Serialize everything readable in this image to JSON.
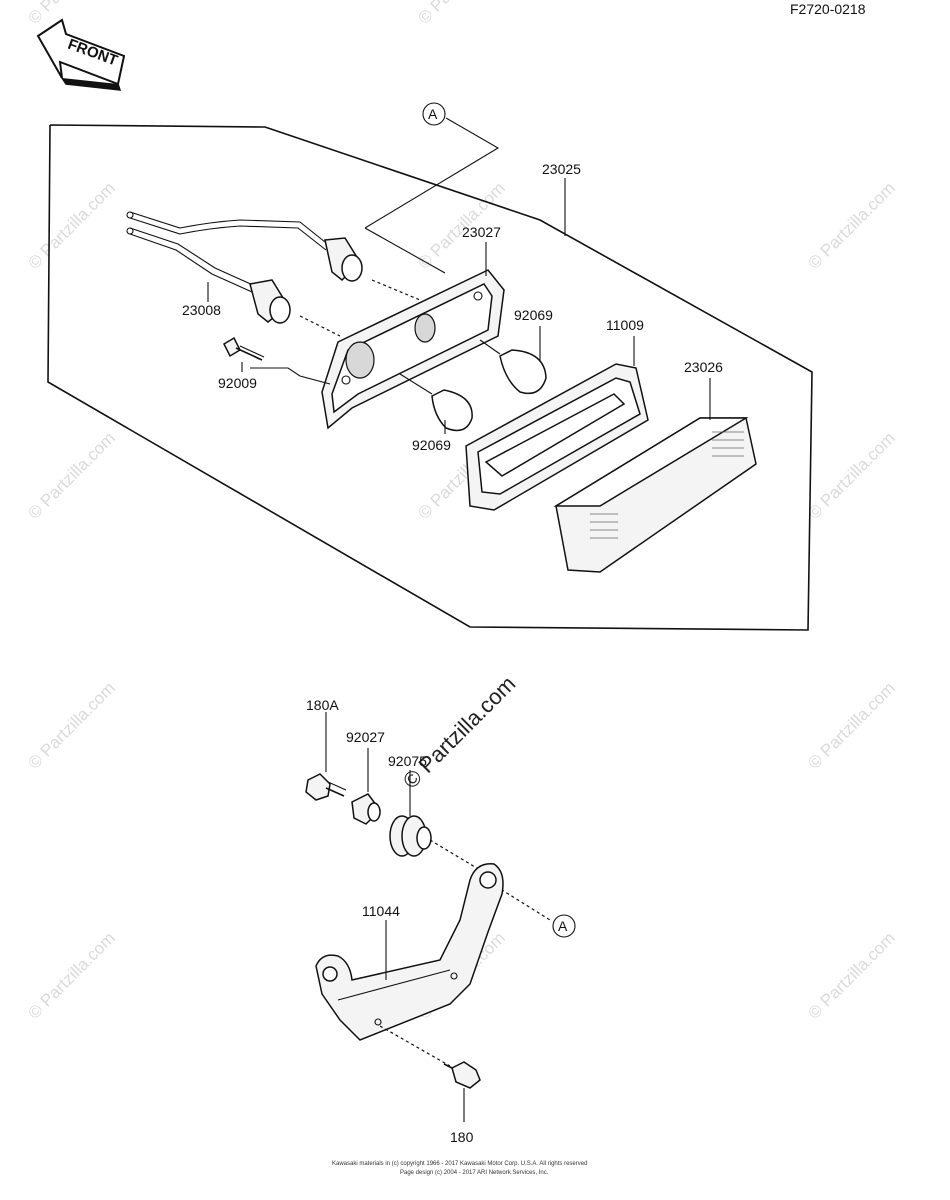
{
  "diagram_code": "F2720-0218",
  "front_label": "FRONT",
  "callout_a": "A",
  "labels": {
    "p23025": "23025",
    "p23027": "23027",
    "p23008": "23008",
    "p92069_top": "92069",
    "p11009": "11009",
    "p23026": "23026",
    "p92009": "92009",
    "p92069_bottom": "92069",
    "p180A": "180A",
    "p92027": "92027",
    "p92075": "92075",
    "p11044": "11044",
    "p180": "180"
  },
  "watermark": "© Partzilla.com",
  "footer": {
    "line1": "Kawasaki materials in (c) copyright 1966 - 2017  Kawasaki Motor Corp. U.S.A.  All rights reserved",
    "line2": "Page design (c) 2004 - 2017 ARI Network Services, Inc."
  }
}
